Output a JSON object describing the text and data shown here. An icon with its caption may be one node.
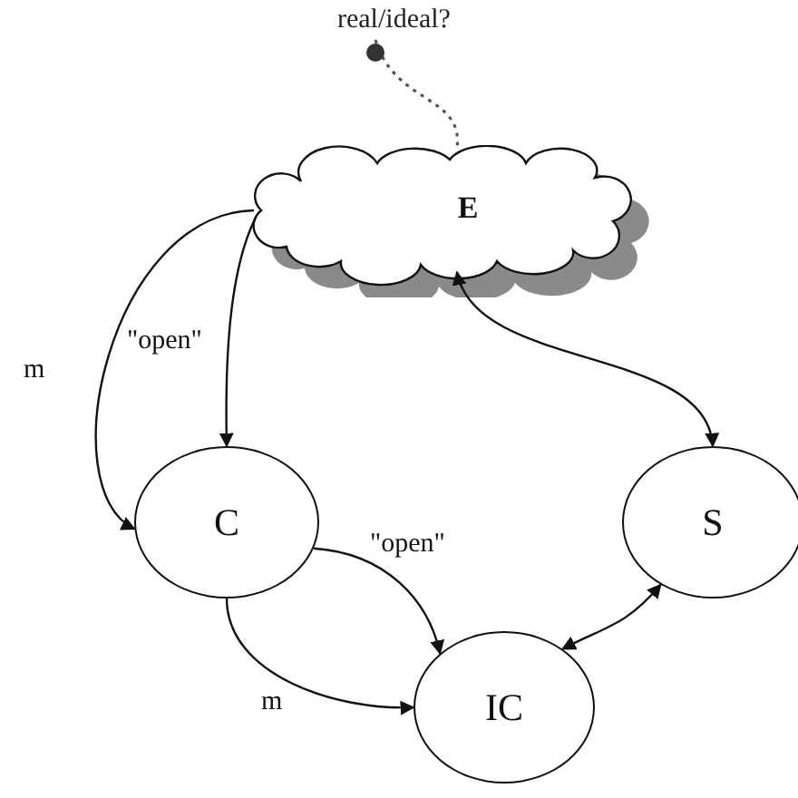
{
  "diagram": {
    "nodes": [
      {
        "text": [
          "real/ideal?"
        ]
      },
      {
        "text": [
          "E"
        ]
      },
      {
        "text": [
          "C"
        ]
      },
      {
        "text": [
          "S"
        ]
      },
      {
        "text": [
          "IC"
        ]
      }
    ],
    "edges": [
      {
        "from": 0,
        "to": 1,
        "arrow": "none",
        "style": "dashed"
      },
      {
        "from": 1,
        "to": 2,
        "arrow": "to",
        "label": "m"
      },
      {
        "from": 1,
        "to": 2,
        "arrow": "to",
        "label": "\"open\""
      },
      {
        "from": 1,
        "to": 3,
        "arrow": "both"
      },
      {
        "from": 2,
        "to": 4,
        "arrow": "to",
        "label": "\"open\""
      },
      {
        "from": 2,
        "to": 4,
        "arrow": "to",
        "label": "m"
      },
      {
        "from": 4,
        "to": 3,
        "arrow": "both"
      }
    ]
  }
}
